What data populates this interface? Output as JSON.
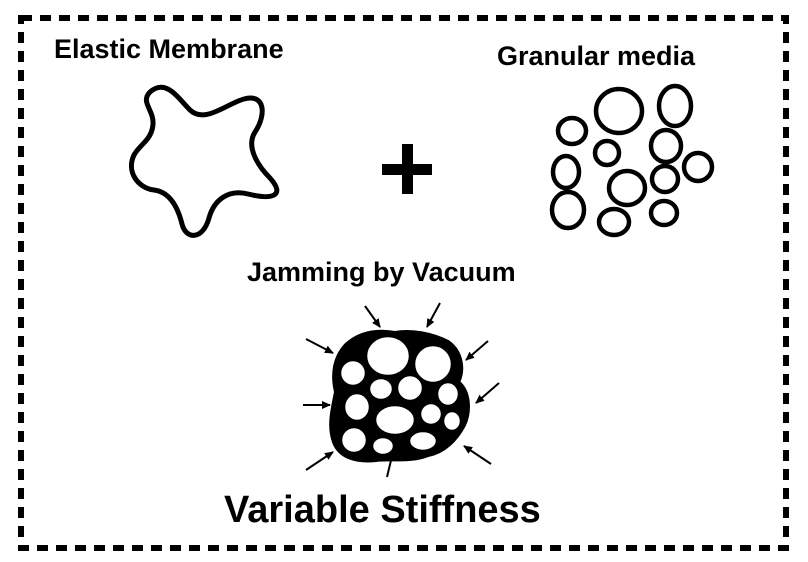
{
  "labels": {
    "elastic_membrane": "Elastic Membrane",
    "granular_media": "Granular media",
    "plus": "+",
    "jamming_by_vacuum": "Jamming by Vacuum",
    "variable_stiffness": "Variable Stiffness"
  },
  "colors": {
    "ink": "#000000",
    "background": "#ffffff"
  }
}
